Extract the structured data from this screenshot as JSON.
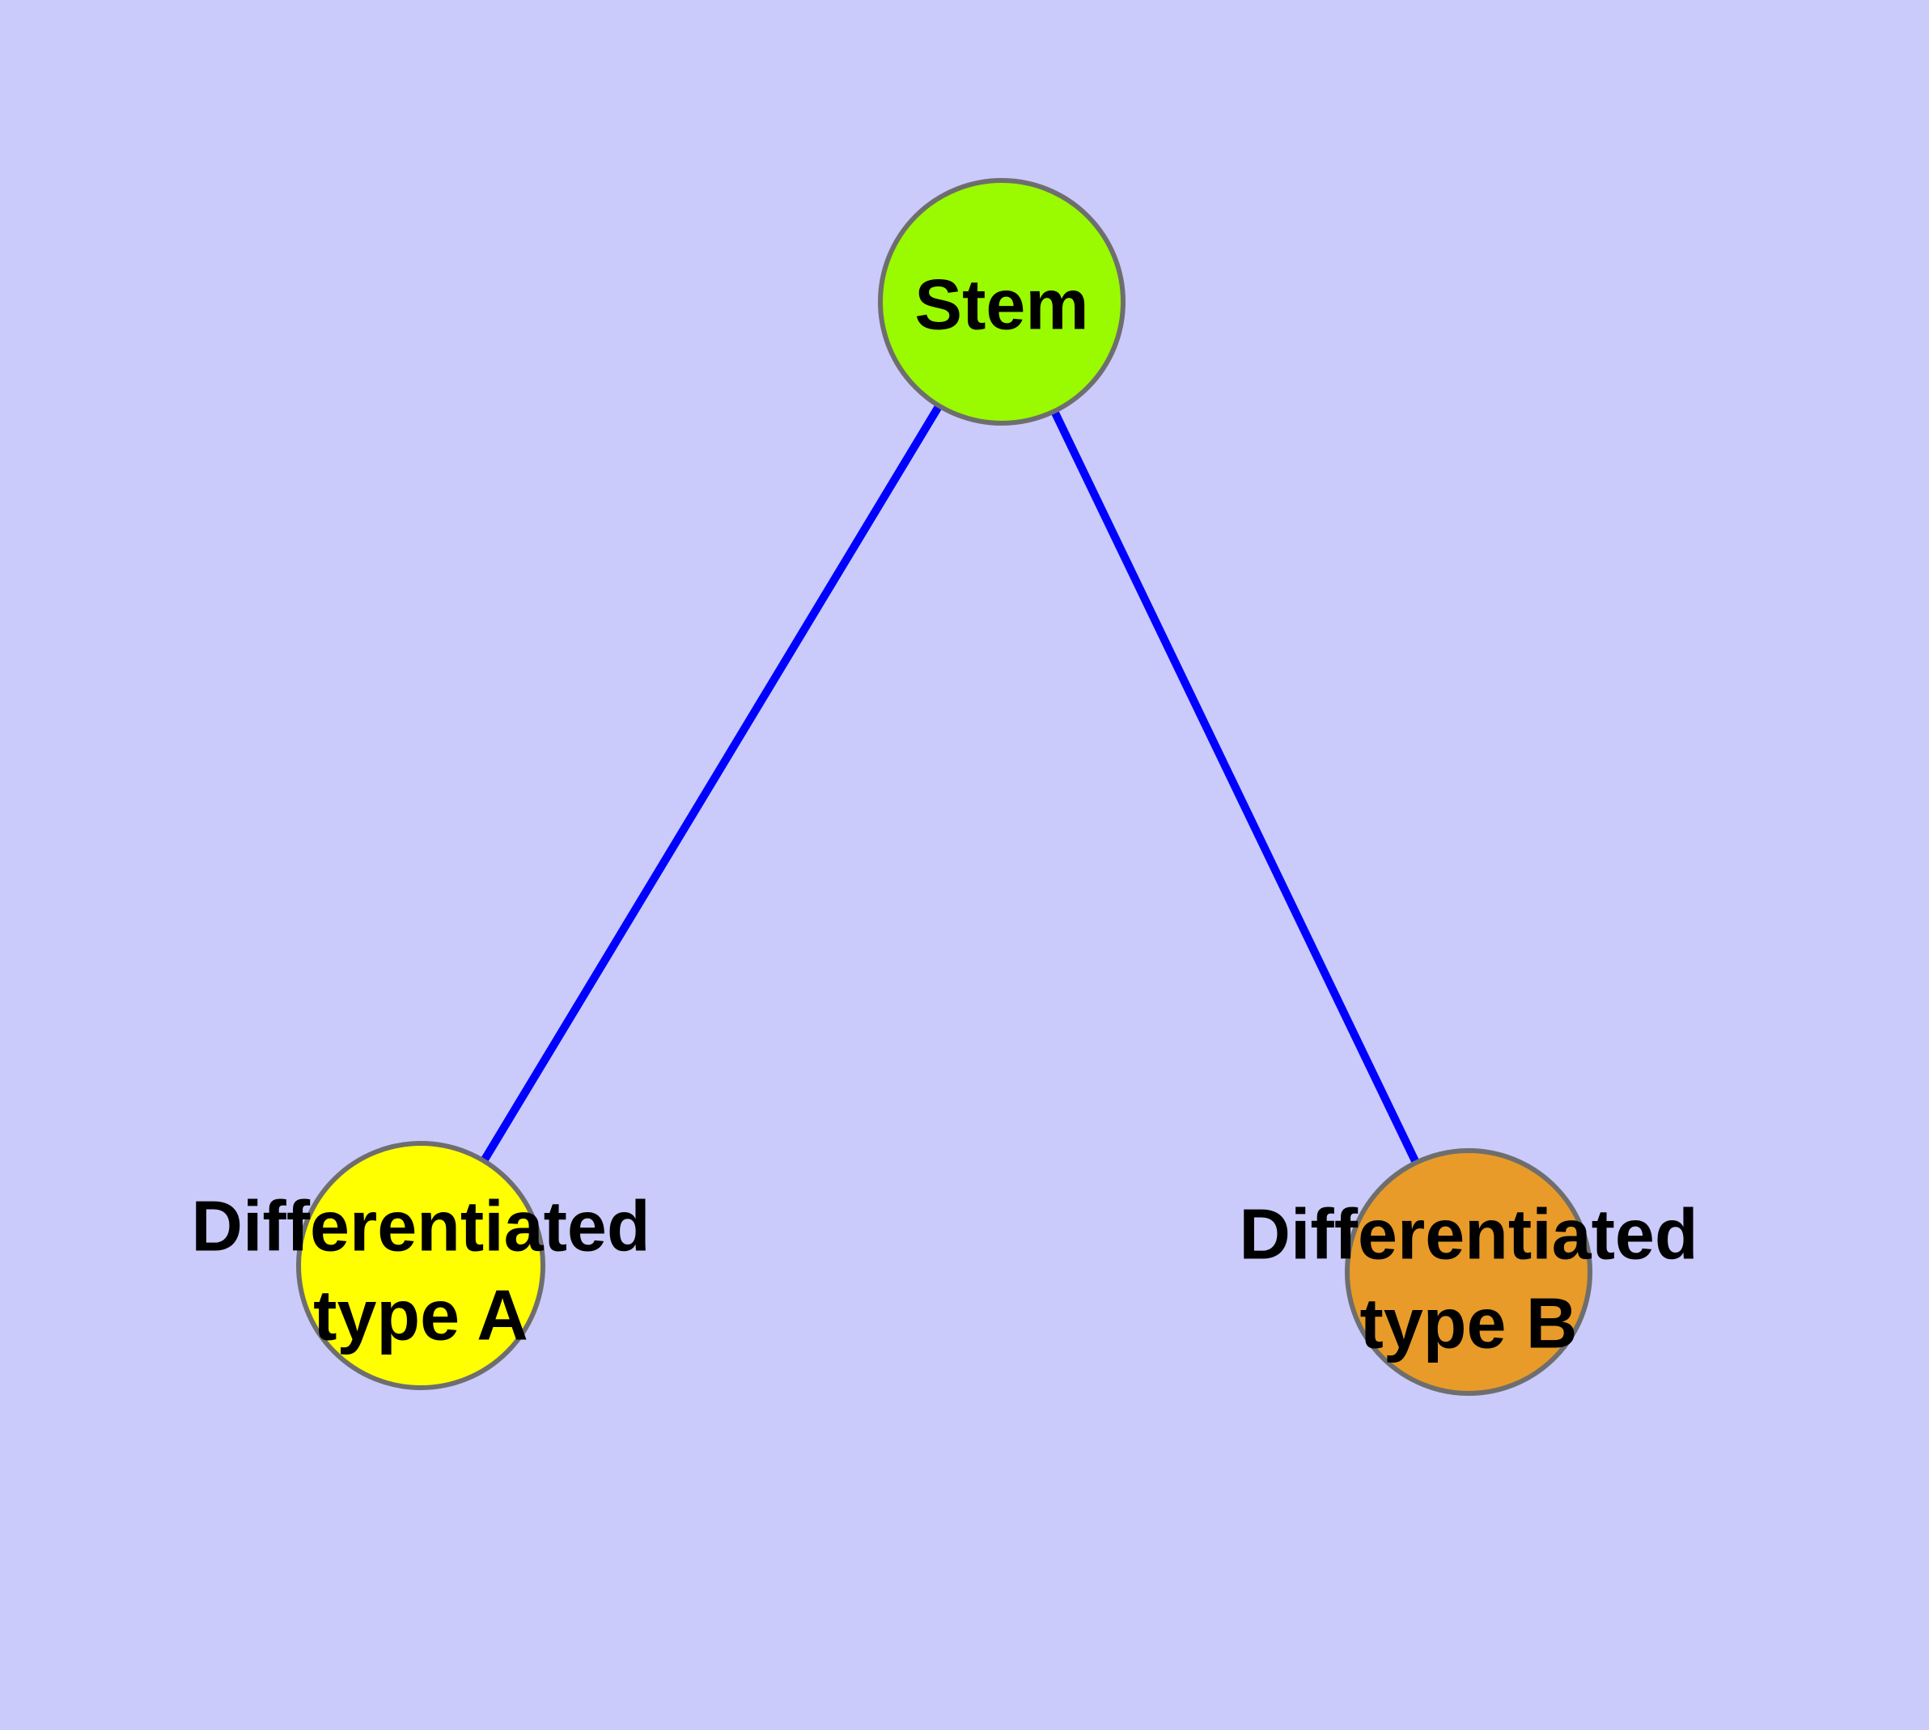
{
  "diagram": {
    "type": "graph",
    "background_color": "#CACAFB",
    "edge_color": "#0000FF",
    "node_border_color": "#6E6E6E",
    "label_color": "#000000",
    "nodes": [
      {
        "id": "stem",
        "label": "Stem",
        "line1": "Stem",
        "line2": "",
        "fill": "#9AFA00"
      },
      {
        "id": "differentiated-type-a",
        "label": "Differentiated type A",
        "line1": "Differentiated",
        "line2": "type A",
        "fill": "#FFFF00"
      },
      {
        "id": "differentiated-type-b",
        "label": "Differentiated type B",
        "line1": "Differentiated",
        "line2": "type B",
        "fill": "#E89B28"
      }
    ],
    "edges": [
      {
        "from": "stem",
        "to": "differentiated-type-a"
      },
      {
        "from": "stem",
        "to": "differentiated-type-b"
      }
    ]
  }
}
